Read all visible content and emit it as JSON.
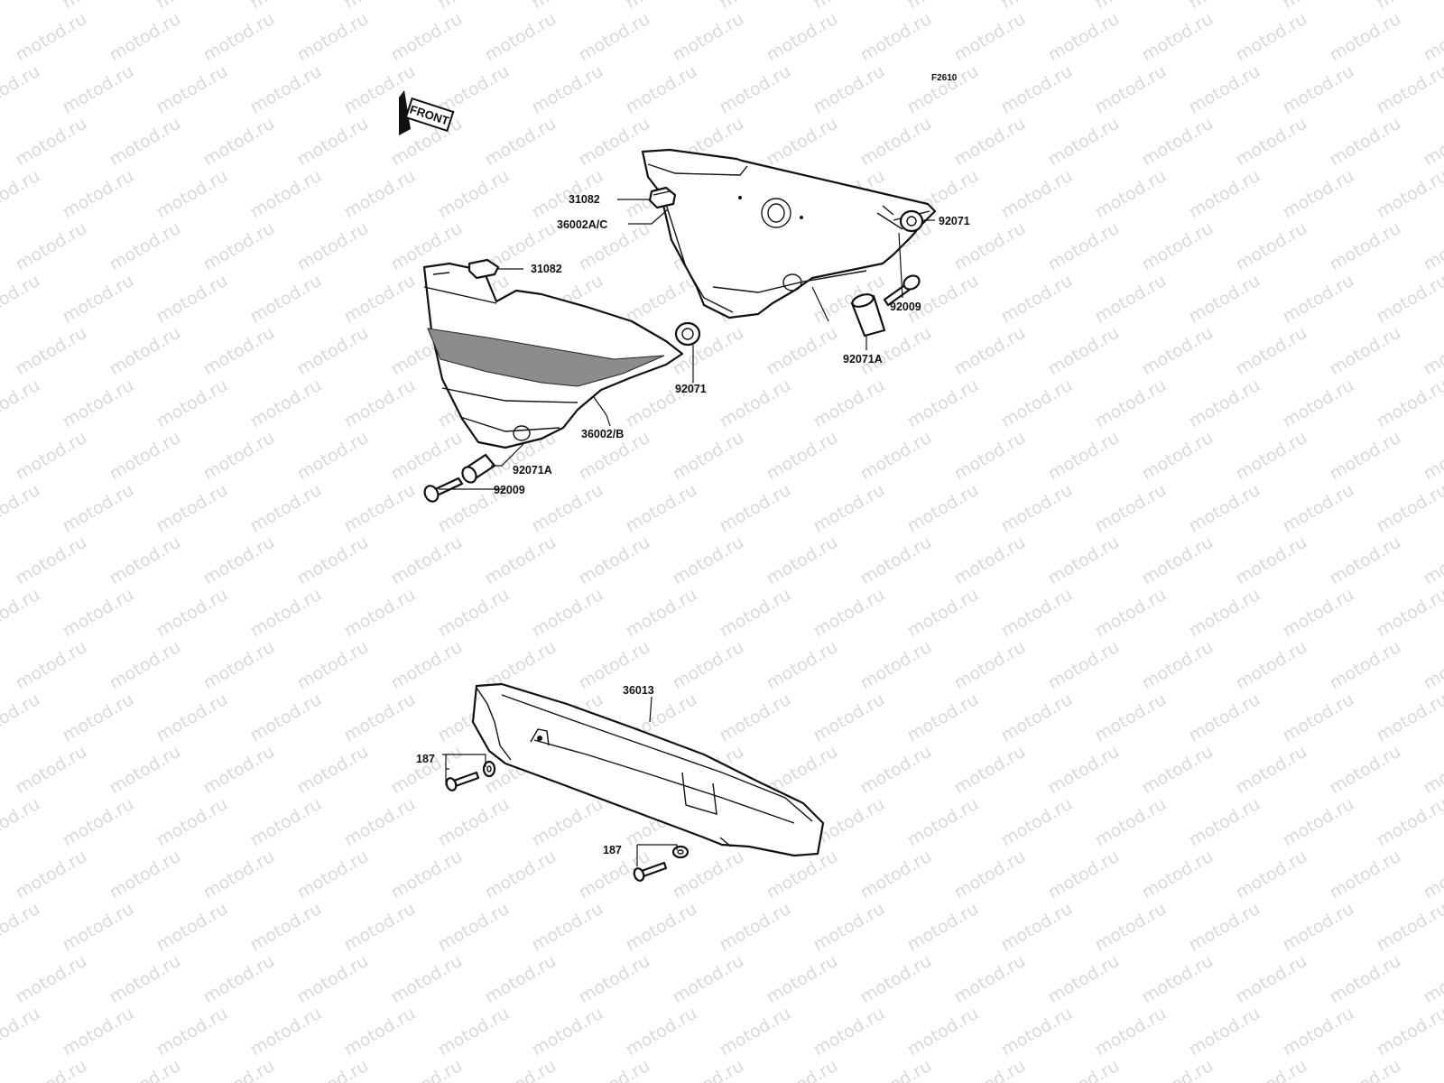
{
  "watermark": {
    "text": "motod.ru",
    "color": "#d9d9d9"
  },
  "figure_code": "F2610",
  "front_marker": "FRONT",
  "callouts": [
    {
      "id": "31082-right",
      "text": "31082"
    },
    {
      "id": "36002ac",
      "text": "36002A/C"
    },
    {
      "id": "92071-right",
      "text": "92071"
    },
    {
      "id": "92009-right",
      "text": "92009"
    },
    {
      "id": "92071a-right",
      "text": "92071A"
    },
    {
      "id": "31082-left",
      "text": "31082"
    },
    {
      "id": "92071-left",
      "text": "92071"
    },
    {
      "id": "36002b",
      "text": "36002/B"
    },
    {
      "id": "92071a-left",
      "text": "92071A"
    },
    {
      "id": "92009-left",
      "text": "92009"
    },
    {
      "id": "36013",
      "text": "36013"
    },
    {
      "id": "187-upper",
      "text": "187"
    },
    {
      "id": "187-lower",
      "text": "187"
    }
  ]
}
